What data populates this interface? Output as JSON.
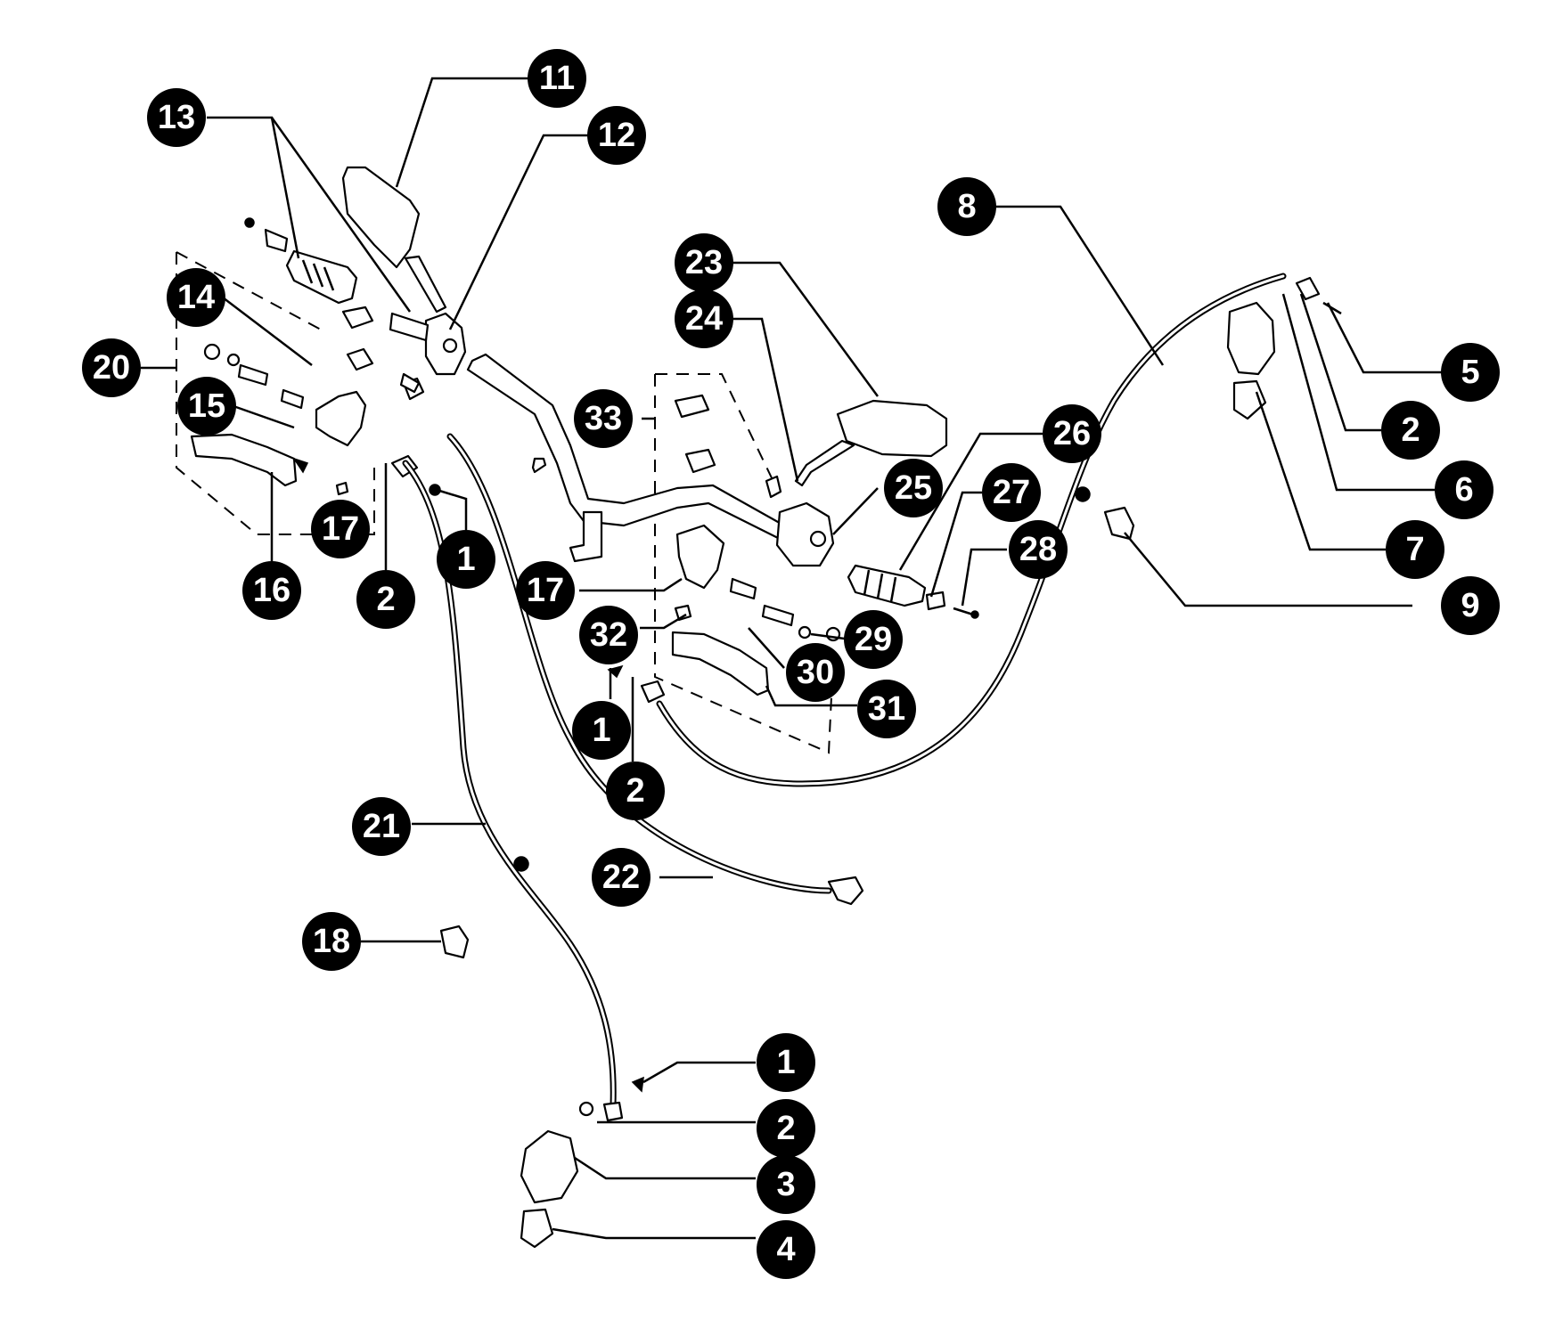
{
  "diagram": {
    "type": "exploded-parts-diagram",
    "callouts": [
      {
        "id": "c11",
        "label": "11"
      },
      {
        "id": "c12",
        "label": "12"
      },
      {
        "id": "c13",
        "label": "13"
      },
      {
        "id": "c14",
        "label": "14"
      },
      {
        "id": "c15",
        "label": "15"
      },
      {
        "id": "c16",
        "label": "16"
      },
      {
        "id": "c17a",
        "label": "17"
      },
      {
        "id": "c20",
        "label": "20"
      },
      {
        "id": "c2a",
        "label": "2"
      },
      {
        "id": "c1a",
        "label": "1"
      },
      {
        "id": "c8",
        "label": "8"
      },
      {
        "id": "c5",
        "label": "5"
      },
      {
        "id": "c2b",
        "label": "2"
      },
      {
        "id": "c6",
        "label": "6"
      },
      {
        "id": "c7",
        "label": "7"
      },
      {
        "id": "c9",
        "label": "9"
      },
      {
        "id": "c23",
        "label": "23"
      },
      {
        "id": "c24",
        "label": "24"
      },
      {
        "id": "c33",
        "label": "33"
      },
      {
        "id": "c26",
        "label": "26"
      },
      {
        "id": "c25",
        "label": "25"
      },
      {
        "id": "c27",
        "label": "27"
      },
      {
        "id": "c28",
        "label": "28"
      },
      {
        "id": "c17b",
        "label": "17"
      },
      {
        "id": "c32",
        "label": "32"
      },
      {
        "id": "c29",
        "label": "29"
      },
      {
        "id": "c30",
        "label": "30"
      },
      {
        "id": "c31",
        "label": "31"
      },
      {
        "id": "c1b",
        "label": "1"
      },
      {
        "id": "c2c",
        "label": "2"
      },
      {
        "id": "c21",
        "label": "21"
      },
      {
        "id": "c22",
        "label": "22"
      },
      {
        "id": "c18",
        "label": "18"
      },
      {
        "id": "c1c",
        "label": "1"
      },
      {
        "id": "c2d",
        "label": "2"
      },
      {
        "id": "c3",
        "label": "3"
      },
      {
        "id": "c4",
        "label": "4"
      }
    ]
  }
}
